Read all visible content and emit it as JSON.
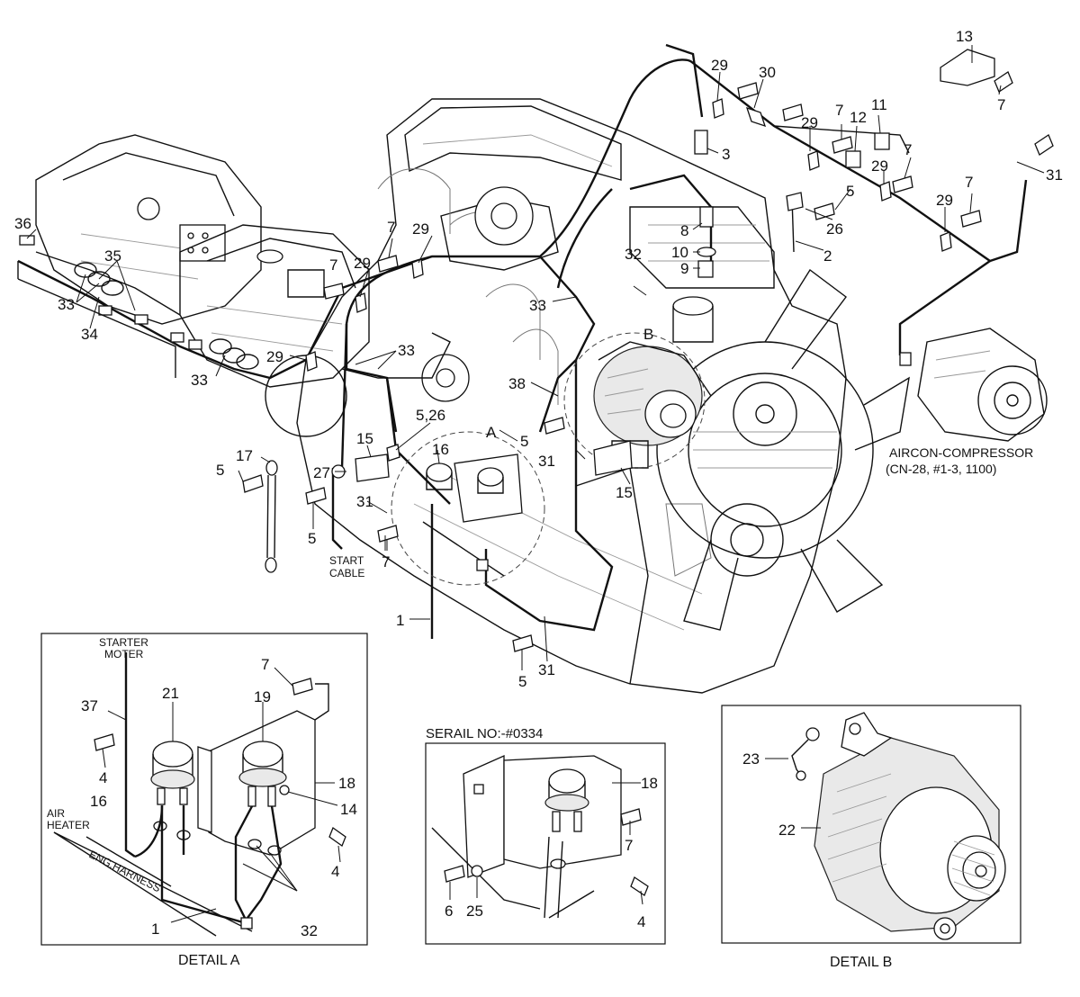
{
  "callouts": {
    "n1": "1",
    "n2": "2",
    "n3": "3",
    "n4": "4",
    "n5": "5",
    "n6": "6",
    "n7": "7",
    "n8": "8",
    "n9": "9",
    "n10": "10",
    "n11": "11",
    "n12": "12",
    "n13": "13",
    "n14": "14",
    "n15": "15",
    "n16": "16",
    "n17": "17",
    "n18": "18",
    "n19": "19",
    "n21": "21",
    "n22": "22",
    "n23": "23",
    "n25": "25",
    "n26": "26",
    "n27": "27",
    "n29": "29",
    "n30": "30",
    "n31": "31",
    "n32": "32",
    "n33": "33",
    "n34": "34",
    "n35": "35",
    "n36": "36",
    "n37": "37",
    "n38": "38",
    "n5_26": "5,26",
    "letterA": "A",
    "letterB": "B"
  },
  "labels": {
    "aircon_line1": "AIRCON-COMPRESSOR",
    "aircon_line2": "(CN-28, #1-3, 1100)",
    "start_line1": "START",
    "start_line2": "CABLE",
    "starter_line1": "STARTER",
    "starter_line2": "MOTER",
    "air_line1": "AIR",
    "air_line2": "HEATER",
    "eng_harness": "ENG.HARNESS",
    "serial": "SERAIL NO:-#0334",
    "detail_a": "DETAIL A",
    "detail_b": "DETAIL B"
  }
}
